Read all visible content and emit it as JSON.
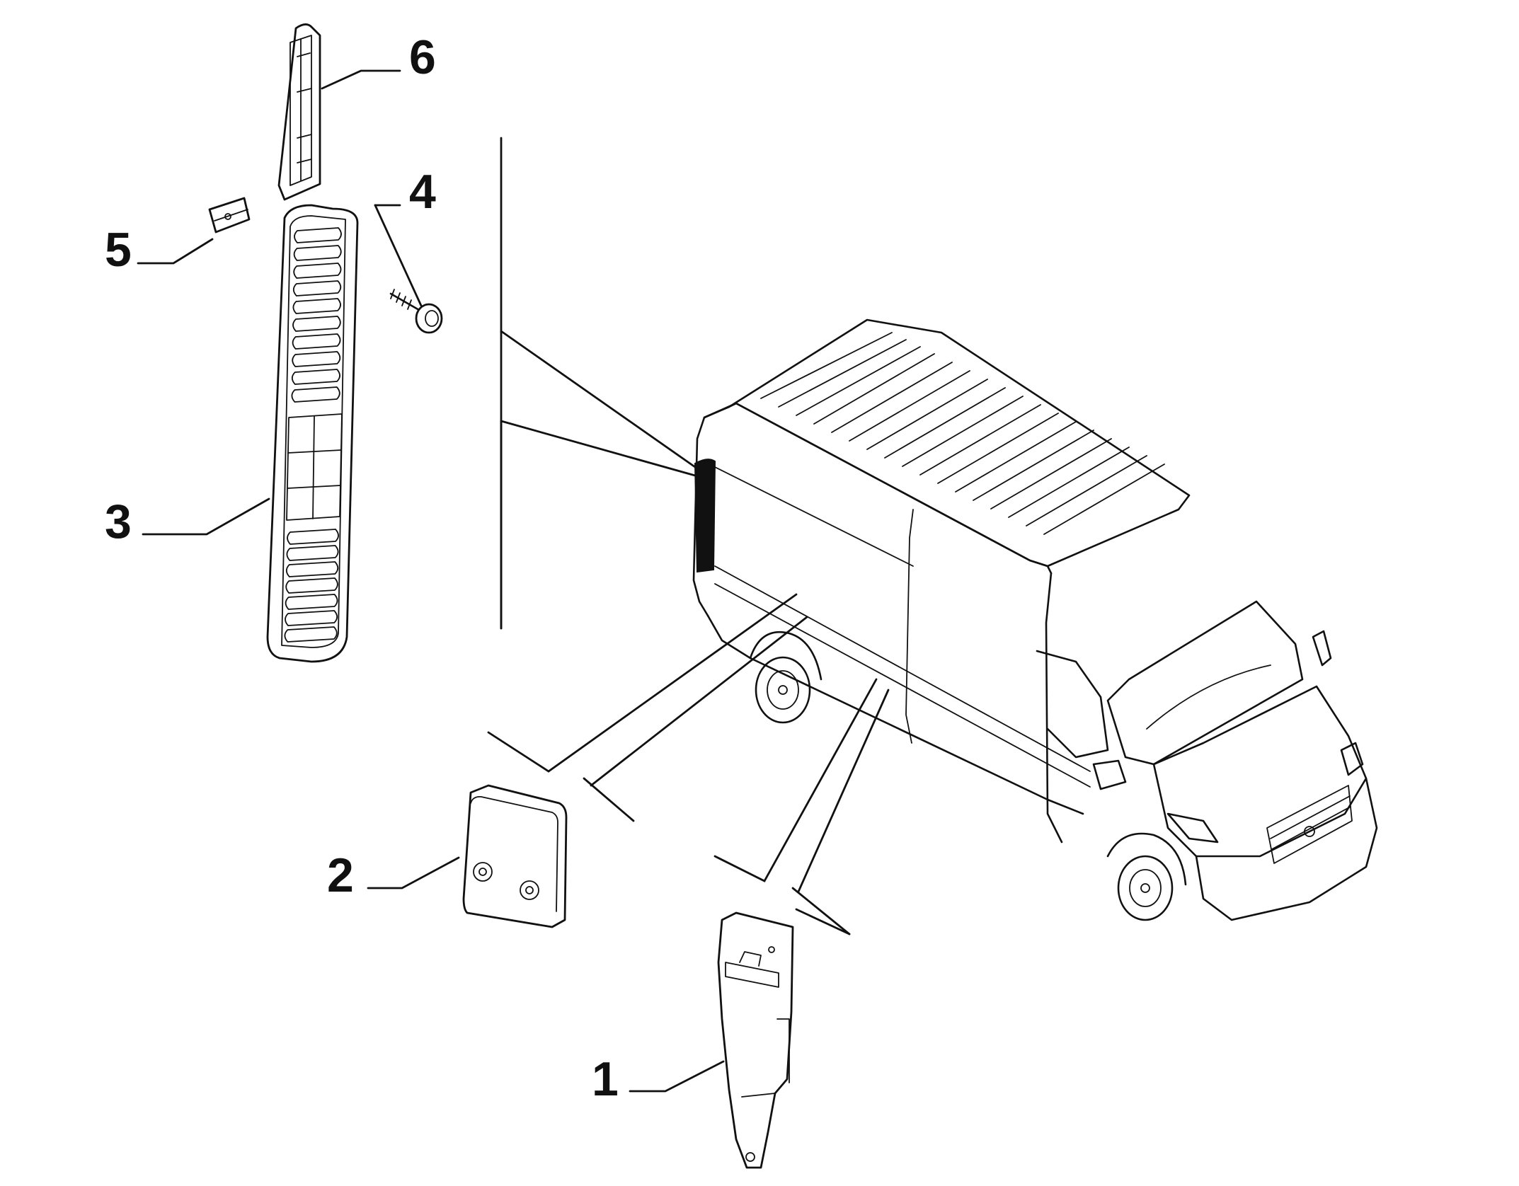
{
  "diagram": {
    "callouts": [
      {
        "id": "1",
        "label": "1"
      },
      {
        "id": "2",
        "label": "2"
      },
      {
        "id": "3",
        "label": "3"
      },
      {
        "id": "4",
        "label": "4"
      },
      {
        "id": "5",
        "label": "5"
      },
      {
        "id": "6",
        "label": "6"
      }
    ],
    "colors": {
      "line": "#111111",
      "background": "#ffffff",
      "highlight": "#111111"
    }
  }
}
